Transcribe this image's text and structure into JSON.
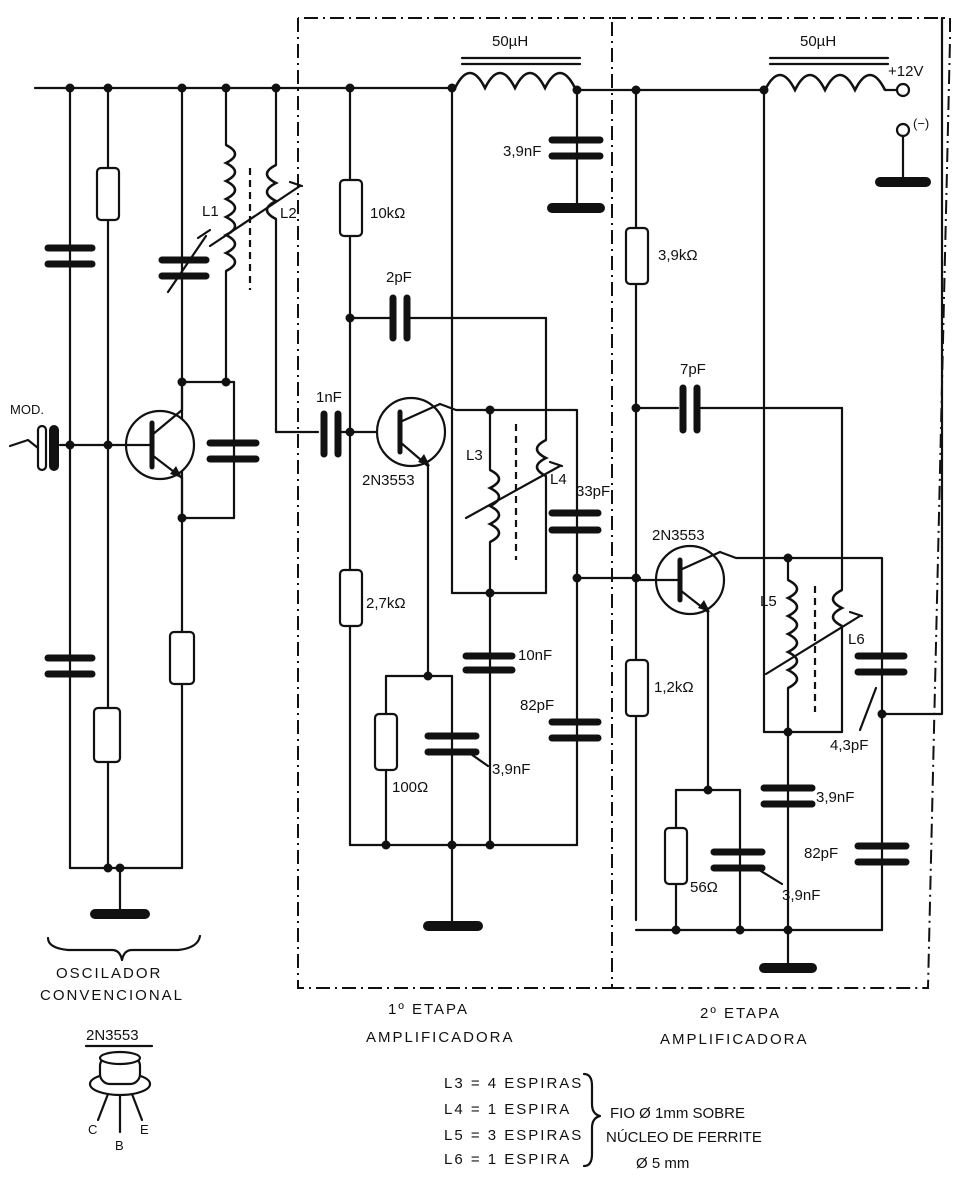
{
  "labels": {
    "l_50uh_1": "50µH",
    "l_50uh_2": "50µH",
    "supply_pos": "+12V",
    "supply_neg": "(−)",
    "c_3_9nf_top": "3,9nF",
    "l1": "L1",
    "l2": "L2",
    "r_10k": "10kΩ",
    "c_2pf": "2pF",
    "c_1nf": "1nF",
    "mod": "MOD.",
    "q1": "2N3553",
    "l3": "L3",
    "l4": "L4",
    "c_33pf": "33pF",
    "r_2_7k": "2,7kΩ",
    "c_10nf": "10nF",
    "c_82pf_1": "82pF",
    "r_100": "100Ω",
    "c_3_9nf_q1": "3,9nF",
    "r_3_9k": "3,9kΩ",
    "c_7pf": "7pF",
    "q2": "2N3553",
    "l5": "L5",
    "l6": "L6",
    "r_1_2k": "1,2kΩ",
    "c_4_3pf": "4,3pF",
    "c_3_9nf_l5": "3,9nF",
    "c_82pf_2": "82pF",
    "r_56": "56Ω",
    "c_3_9nf_q2": "3,9nF"
  },
  "sections": {
    "osc_line1": "OSCILADOR",
    "osc_line2": "CONVENCIONAL",
    "stage1_line1": "1º ETAPA",
    "stage1_line2": "AMPLIFICADORA",
    "stage2_line1": "2º ETAPA",
    "stage2_line2": "AMPLIFICADORA"
  },
  "pinout": {
    "title": "2N3553",
    "pin_c": "C",
    "pin_b": "B",
    "pin_e": "E"
  },
  "coil_table": {
    "rows": [
      "L3 = 4 ESPIRAS",
      "L4 = 1 ESPIRA",
      "L5 = 3 ESPIRAS",
      "L6 = 1 ESPIRA"
    ],
    "note1": "FIO Ø 1mm SOBRE",
    "note2": "NÚCLEO DE FERRITE",
    "note3": "Ø 5 mm"
  }
}
